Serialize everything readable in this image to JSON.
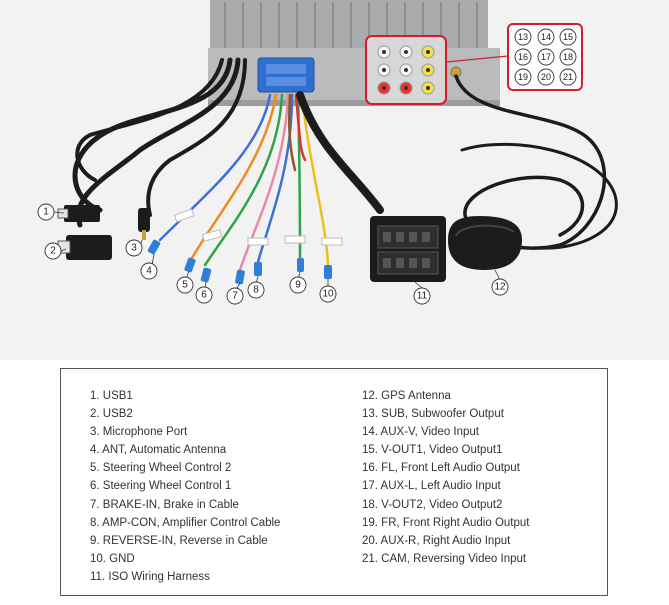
{
  "callouts": {
    "c1": "1",
    "c2": "2",
    "c3": "3",
    "c4": "4",
    "c5": "5",
    "c6": "6",
    "c7": "7",
    "c8": "8",
    "c9": "9",
    "c10": "10",
    "c11": "11",
    "c12": "12",
    "c13": "13",
    "c14": "14",
    "c15": "15",
    "c16": "16",
    "c17": "17",
    "c18": "18",
    "c19": "19",
    "c20": "20",
    "c21": "21"
  },
  "legend": {
    "left": [
      "1. USB1",
      "2. USB2",
      "3. Microphone Port",
      "4. ANT, Automatic Antenna",
      "5. Steering Wheel Control 2",
      "6. Steering Wheel Control 1",
      "7. BRAKE-IN, Brake in Cable",
      "8. AMP-CON, Amplifier Control Cable",
      "9. REVERSE-IN, Reverse in Cable",
      "10. GND",
      "11. ISO Wiring Harness"
    ],
    "right": [
      "12. GPS Antenna",
      "13. SUB, Subwoofer Output",
      "14. AUX-V, Video Input",
      "15. V-OUT1, Video Output1",
      "16. FL, Front Left Audio Output",
      "17. AUX-L, Left Audio Input",
      "18. V-OUT2, Video Output2",
      "19. FR, Front Right Audio Output",
      "20. AUX-R, Right Audio Input",
      "21. CAM, Reversing Video Input"
    ]
  },
  "colors": {
    "photo_bg": "#f2f2f2",
    "callout_ring": "#d81b2c",
    "cable_black": "#1c1c1c",
    "wire_blue": "#3d6fd6",
    "wire_red": "#d33",
    "wire_orange": "#f08a24",
    "wire_green": "#2fa34a",
    "wire_pink": "#e98aa5",
    "wire_yellow": "#e8c21a",
    "wire_brown": "#8b5a2b",
    "connector_blue": "#2f6fd0"
  },
  "icons": [
    "usb-plug-icon",
    "mic-jack-icon",
    "iso-connector-icon",
    "gps-antenna-icon",
    "rca-jack-icon"
  ]
}
